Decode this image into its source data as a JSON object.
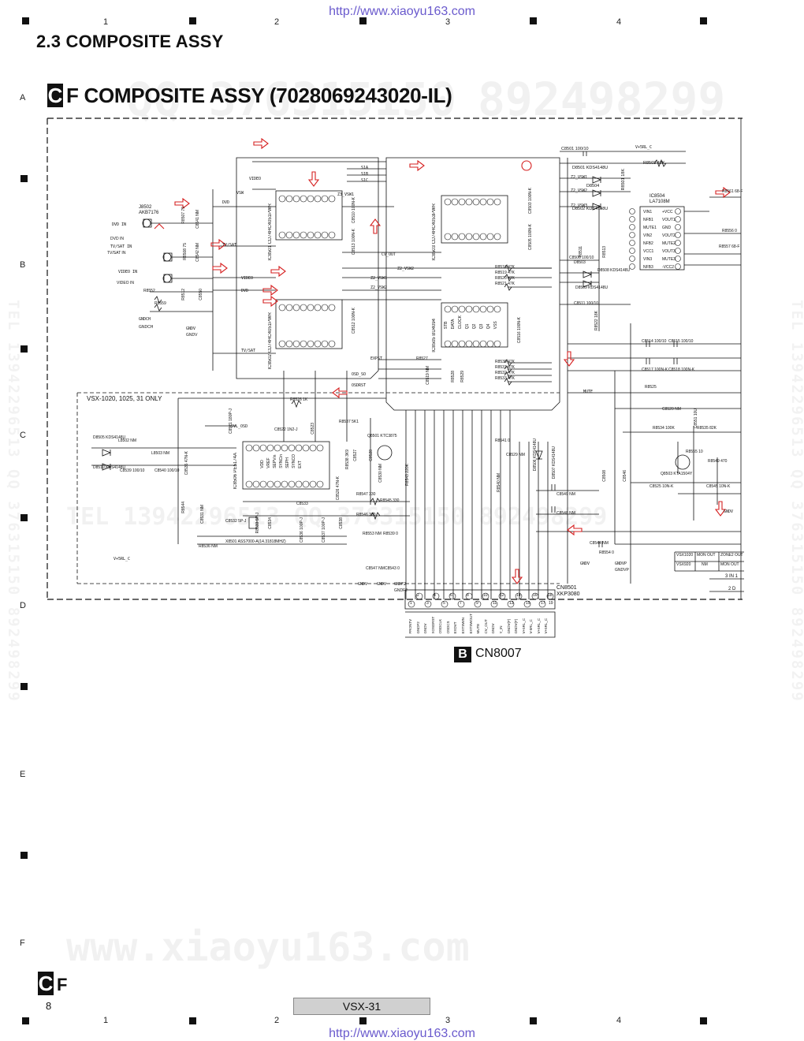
{
  "header": {
    "url": "http://www.xiaoyu163.com",
    "columns": [
      "1",
      "2",
      "3",
      "4"
    ]
  },
  "rows": [
    "A",
    "B",
    "C",
    "D",
    "E",
    "F"
  ],
  "section_title": "2.3  COMPOSITE ASSY",
  "board": {
    "badge": "C",
    "letter": "F",
    "title": "COMPOSITE ASSY (7028069243020-IL)"
  },
  "watermarks": {
    "top_left": "QQ 376315150",
    "top_right": "892498299",
    "middle": "TEL 13942296513 QQ 376315150 892498299",
    "bottom": "www.xiaoyu163.com",
    "side_left": "TEL 13942296513 QQ 376315150 892498299",
    "side_right": "TEL 13942296513 QQ 376315150 892498299"
  },
  "schematic": {
    "jacks": [
      {
        "ref": "J8502",
        "part": "AKB7176"
      },
      {
        "ref": "DVD IN",
        "part": ""
      },
      {
        "ref": "TV/SAT IN",
        "part": ""
      },
      {
        "ref": "VIDEO IN",
        "part": ""
      }
    ],
    "ics": [
      {
        "ref": "IC8501",
        "part": "CD74HC4051PWR"
      },
      {
        "ref": "IC8502",
        "part": "CD74HC4051PWR"
      },
      {
        "ref": "IC8503",
        "part": "CD74HC4053PWR"
      },
      {
        "ref": "IC8504",
        "part": "LA7108M"
      },
      {
        "ref": "IC8505",
        "part": "BU4094"
      },
      {
        "ref": "IC8506",
        "part": "PE5174A"
      }
    ],
    "ic8504_pins": {
      "left": [
        "VIN1",
        "NFB1",
        "MUTE1",
        "VIN2",
        "NFB2",
        "VCC1",
        "VIN3",
        "NFB3"
      ],
      "right": [
        "+VCC",
        "VOUT1",
        "GND",
        "VOUT2",
        "MUTE2",
        "VOUT3",
        "MUTE3",
        "-VCC2"
      ]
    },
    "ic8505_pins": [
      "STB",
      "DATA",
      "CLOCK",
      "Q1",
      "Q2",
      "Q3",
      "Q4",
      "VSS"
    ],
    "ic8506_pins": [
      "VDD",
      "VREF",
      "SEPVin",
      "SYNCin",
      "SEPH",
      "SYNCO",
      "EXT"
    ],
    "components": [
      "C8501 100/10",
      "D8501 KDS4148U",
      "D8502 KDS4148U",
      "D8504",
      "R8501 18K",
      "R8503 47K",
      "R8507 75",
      "R8508 75",
      "C8541 NM",
      "C8542 NM",
      "R8552",
      "R8559",
      "R8512",
      "C8550",
      "R8518 47K",
      "R8519 47K",
      "R8520 47K",
      "R8521 47K",
      "R8530 47K",
      "R8531 47K",
      "R8532 47K",
      "R8533 47K",
      "R8527",
      "C8519 NM",
      "R8528",
      "R8529",
      "C8510 100N-K",
      "C8513 100N-K",
      "C8512 100N-K",
      "C8503 100N-K",
      "C8505 100N-K",
      "C8516 100N-K",
      "C8506 100/10",
      "D8503",
      "D8508 KDS4148U",
      "D8509 KDS4148U",
      "R8511",
      "R8513",
      "R8522 18K",
      "C8511 100/10",
      "C8514 100/10",
      "C8515 100/10",
      "C8517 100N-K",
      "C8518 100N-K",
      "R8525",
      "C8520 NM",
      "C8551 10U",
      "R8534 100K",
      "R8535 82K",
      "R8555 10",
      "Q8503 KTA1504Y",
      "R8549 470",
      "C8525 10N-K",
      "C8545 10N-K",
      "C8521 180P-J",
      "R8526 1K",
      "C8522 1N2-J",
      "C8523",
      "R8537 5K1",
      "Q8501 KTC3875",
      "C8526 47N-K",
      "R8538 3K9",
      "C8527",
      "C8528",
      "C8530 NM",
      "R8543 220K",
      "D8505 KDS4148U",
      "L8502 NM",
      "L8503 NM",
      "D8510 KDS4148U",
      "C8539 100/10",
      "C8540 100/10",
      "C8535 47N-K",
      "R8544",
      "C8531 NM",
      "R8547 330",
      "R8545 330",
      "R8546 330",
      "C8532 5P-J",
      "R8533 5P-J",
      "C8534",
      "C8536 100P-J",
      "C8537 100P-J",
      "C8538",
      "C8533",
      "X8501 ASS7000-A(14.31818MHZ)",
      "R8536 NM",
      "R8553 NM",
      "R8539 0",
      "C8547 NM",
      "C8543 0",
      "R8541 0",
      "C8529 NM",
      "R8540 NM",
      "D8506 KDS4148U",
      "D8507 KDS4148U",
      "C8549 NM",
      "C8548 NM",
      "C8508",
      "C8546",
      "C8544 NM",
      "R8554 0",
      "R8556 0",
      "R8557 68-F",
      "R8561 68-F"
    ],
    "grounds": [
      "GNDCH",
      "GNDV",
      "GNDF2",
      "GNDVP"
    ],
    "note_region": "VSX-1020, 1025, 31 ONLY",
    "model_table": {
      "rows": [
        [
          "VSX1020",
          "MON OUT",
          "ZONE2 OUT"
        ],
        [
          "VSX920",
          "NM",
          "MON OUT"
        ]
      ],
      "extra": [
        "3 IN 1",
        "2 D"
      ]
    },
    "connector": {
      "ref": "CN8501",
      "part": "XKP3080",
      "pins_top": [
        "2",
        "4",
        "6",
        "8",
        "10",
        "12",
        "14",
        "16",
        "18"
      ],
      "pins_bottom": [
        "1",
        "3",
        "5",
        "7",
        "9",
        "11",
        "13",
        "15",
        "17",
        "19"
      ],
      "signals": [
        "FRONTV",
        "GNDF2",
        "GNDV",
        "XOSDRST",
        "OSDCLK",
        "OSDCS",
        "EXDVT",
        "EXTSWIN",
        "EXTSWOUT",
        "MUTE",
        "CV_OUT",
        "GNDV",
        "Y_IN",
        "GNDV(F)",
        "GNDV(F)",
        "V+5RL_C",
        "V-5RL_C",
        "V+5RL_C",
        "V+5RL_C"
      ]
    }
  },
  "connector_target": {
    "badge": "B",
    "label": "CN8007"
  },
  "footer": {
    "badge": "C",
    "letter": "F",
    "page": "8",
    "model": "VSX-31",
    "url": "http://www.xiaoyu163.com"
  }
}
